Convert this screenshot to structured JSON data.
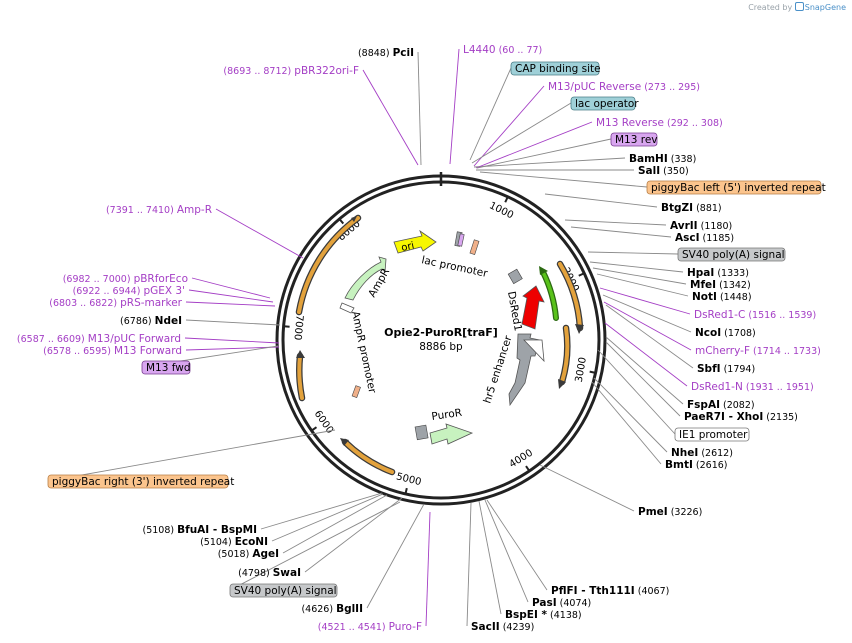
{
  "credit": {
    "prefix": "Created by",
    "brand": "SnapGene"
  },
  "plasmid": {
    "name": "Opie2-PuroR[traF]",
    "length": "8886 bp"
  },
  "ring_ticks": [
    "1000",
    "2000",
    "3000",
    "4000",
    "5000",
    "6000",
    "7000",
    "8000"
  ],
  "sites": [
    {
      "name": "PciI",
      "pos": "(8848)"
    },
    {
      "name": "BamHI",
      "pos": "(338)"
    },
    {
      "name": "SalI",
      "pos": "(350)"
    },
    {
      "name": "BtgZI",
      "pos": "(881)"
    },
    {
      "name": "AvrII",
      "pos": "(1180)"
    },
    {
      "name": "AscI",
      "pos": "(1185)"
    },
    {
      "name": "HpaI",
      "pos": "(1333)"
    },
    {
      "name": "MfeI",
      "pos": "(1342)"
    },
    {
      "name": "NotI",
      "pos": "(1448)"
    },
    {
      "name": "NcoI",
      "pos": "(1708)"
    },
    {
      "name": "SbfI",
      "pos": "(1794)"
    },
    {
      "name": "FspAI",
      "pos": "(2082)"
    },
    {
      "name": "PaeR7I - XhoI",
      "pos": "(2135)"
    },
    {
      "name": "NheI",
      "pos": "(2612)"
    },
    {
      "name": "BmtI",
      "pos": "(2616)"
    },
    {
      "name": "PmeI",
      "pos": "(3226)"
    },
    {
      "name": "PflFI - Tth111I",
      "pos": "(4067)"
    },
    {
      "name": "PasI",
      "pos": "(4074)"
    },
    {
      "name": "BspEI *",
      "pos": "(4138)"
    },
    {
      "name": "SacII",
      "pos": "(4239)"
    },
    {
      "name": "BglII",
      "pos": "(4626)"
    },
    {
      "name": "SwaI",
      "pos": "(4798)"
    },
    {
      "name": "AgeI",
      "pos": "(5018)"
    },
    {
      "name": "EcoNI",
      "pos": "(5104)"
    },
    {
      "name": "BfuAI - BspMI",
      "pos": "(5108)"
    },
    {
      "name": "NdeI",
      "pos": "(6786)"
    }
  ],
  "primers": [
    {
      "name": "L4440",
      "pos": "(60 .. 77)"
    },
    {
      "name": "M13/pUC Reverse",
      "pos": "(273 .. 295)"
    },
    {
      "name": "M13 Reverse",
      "pos": "(292 .. 308)"
    },
    {
      "name": "DsRed1-C",
      "pos": "(1516 .. 1539)"
    },
    {
      "name": "mCherry-F",
      "pos": "(1714 .. 1733)"
    },
    {
      "name": "DsRed1-N",
      "pos": "(1931 .. 1951)"
    },
    {
      "name": "Puro-F",
      "pos": "(4521 .. 4541)"
    },
    {
      "name": "M13 Forward",
      "pos": "(6578 .. 6595)"
    },
    {
      "name": "M13/pUC Forward",
      "pos": "(6587 .. 6609)"
    },
    {
      "name": "pRS-marker",
      "pos": "(6803 .. 6822)"
    },
    {
      "name": "pGEX 3'",
      "pos": "(6922 .. 6944)"
    },
    {
      "name": "pBRforEco",
      "pos": "(6982 .. 7000)"
    },
    {
      "name": "Amp-R",
      "pos": "(7391 .. 7410)"
    },
    {
      "name": "pBR322ori-F",
      "pos": "(8693 .. 8712)"
    }
  ],
  "boxes": {
    "cap": "CAP binding site",
    "lac_operator": "lac operator",
    "m13_rev": "M13 rev",
    "pbac_left": "piggyBac left (5') inverted repeat",
    "sv40_right": "SV40 poly(A) signal",
    "ie1": "IE1 promoter",
    "sv40_bottom": "SV40 poly(A) signal",
    "pbac_right": "piggyBac right (3') inverted repeat",
    "m13_fwd": "M13 fwd"
  },
  "features": {
    "ori": "ori",
    "lac_promoter": "lac promoter",
    "ampr": "AmpR",
    "ampr_promoter": "AmpR promoter",
    "dsred1": "DsRed1",
    "hr5": "hr5 enhancer",
    "puror": "PuroR"
  },
  "colors": {
    "primer": "#a43ec5",
    "site": "#000000",
    "box_blue": "#9fd0d8",
    "box_purple": "#d8a6ef",
    "box_orange": "#fbc48d",
    "box_gray": "#c6c8ca",
    "box_white": "#ffffff",
    "arc_orange": "#e3a23c",
    "yellow": "#f7f700",
    "green": "#c7f2bf",
    "red": "#ee0000",
    "gray": "#9ea3a8",
    "tan": "#f0b089"
  }
}
